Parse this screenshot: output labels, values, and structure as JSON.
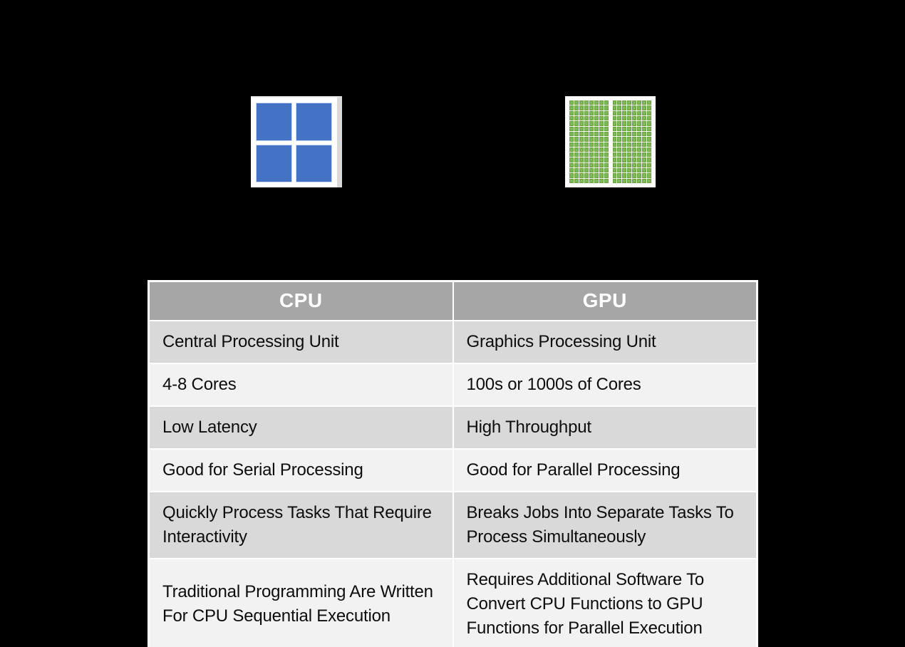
{
  "slide": {
    "background_color": "#000000"
  },
  "graphics": {
    "cpu_cores": {
      "label": "cpu-cores-graphic",
      "rows": 2,
      "cols": 2,
      "core_color": "#4472C4",
      "background_color": "#FFFFFF"
    },
    "gpu_cores": {
      "label": "gpu-cores-graphic",
      "blocks": 2,
      "rows": 16,
      "cols": 8,
      "core_color": "#7CBA59",
      "core_edge_color": "#69A33F",
      "background_color": "#FFFFFF"
    }
  },
  "table": {
    "header_bg": "#A6A6A6",
    "band_dark": "#D9D9D9",
    "band_light": "#F2F2F2",
    "headers": [
      "CPU",
      "GPU"
    ],
    "rows": [
      [
        "Central Processing Unit",
        "Graphics Processing Unit"
      ],
      [
        "4-8 Cores",
        "100s or 1000s of Cores"
      ],
      [
        "Low Latency",
        "High Throughput"
      ],
      [
        "Good for Serial Processing",
        "Good for Parallel Processing"
      ],
      [
        "Quickly Process Tasks That Require Interactivity",
        "Breaks Jobs Into Separate Tasks To Process Simultaneously"
      ],
      [
        "Traditional Programming Are Written For CPU Sequential Execution",
        "Requires Additional Software To Convert CPU Functions to GPU Functions for Parallel Execution"
      ]
    ]
  }
}
